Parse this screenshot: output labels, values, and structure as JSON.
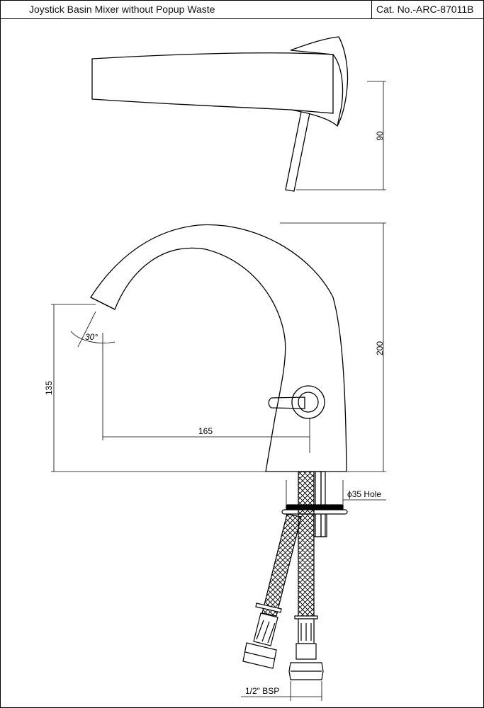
{
  "header": {
    "product_name": "Joystick Basin Mixer without Popup Waste",
    "catalog_number": "Cat. No.-ARC-87011B"
  },
  "dimensions": {
    "top_view_height": "90",
    "total_height": "200",
    "spout_height": "135",
    "spout_reach": "165",
    "spout_angle": "30°",
    "hole_diameter": "ϕ35 Hole",
    "connection_thread": "1/2\" BSP"
  }
}
